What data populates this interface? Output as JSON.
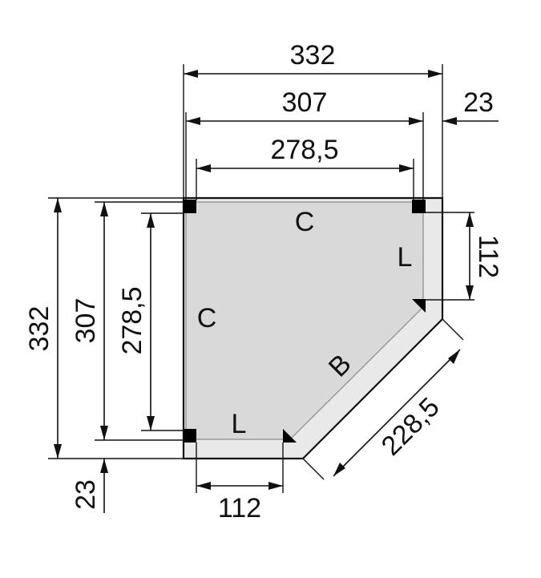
{
  "dimensions": {
    "top_overall": "332",
    "top_inner": "307",
    "top_post_gap": "278,5",
    "top_overhang": "23",
    "left_overall": "332",
    "left_inner": "307",
    "left_post_gap": "278,5",
    "left_overhang": "23",
    "right_side": "112",
    "bottom_side": "112",
    "diagonal": "228,5"
  },
  "wall_labels": {
    "top": "C",
    "left": "C",
    "right": "L",
    "bottom": "L",
    "diagonal": "B"
  },
  "colors": {
    "floor_fill": "#d9d9d9",
    "roof_fill": "#e9e9e9",
    "post": "#000000",
    "line": "#111111"
  }
}
